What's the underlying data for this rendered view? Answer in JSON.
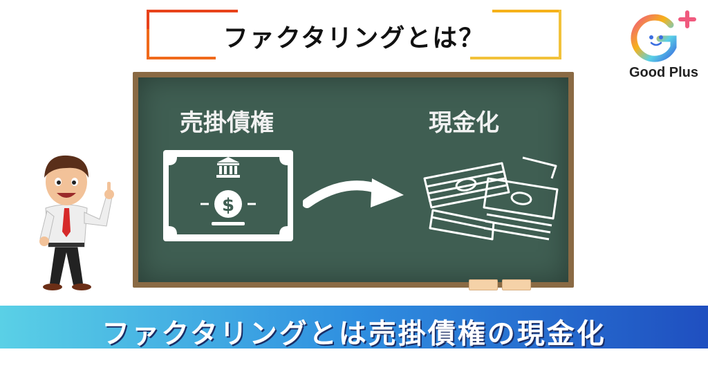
{
  "header": {
    "title": "ファクタリングとは？"
  },
  "logo": {
    "text": "Good Plus",
    "mark_icon": "g-plus-logo-icon"
  },
  "board": {
    "left_label": "売掛債権",
    "right_label": "現金化",
    "left_icon": "invoice-bank-dollar-icon",
    "arrow_icon": "arrow-right-icon",
    "right_icon": "cash-stack-icon"
  },
  "banner": {
    "text": "ファクタリングとは売掛債権の現金化"
  },
  "colors": {
    "board_green": "#3f5e52",
    "frame_wood": "#8a6a44",
    "bracket_red": "#e8431b",
    "bracket_yellow": "#f6b21a",
    "banner_start": "#5ad0e6",
    "banner_end": "#1f4fc0"
  }
}
